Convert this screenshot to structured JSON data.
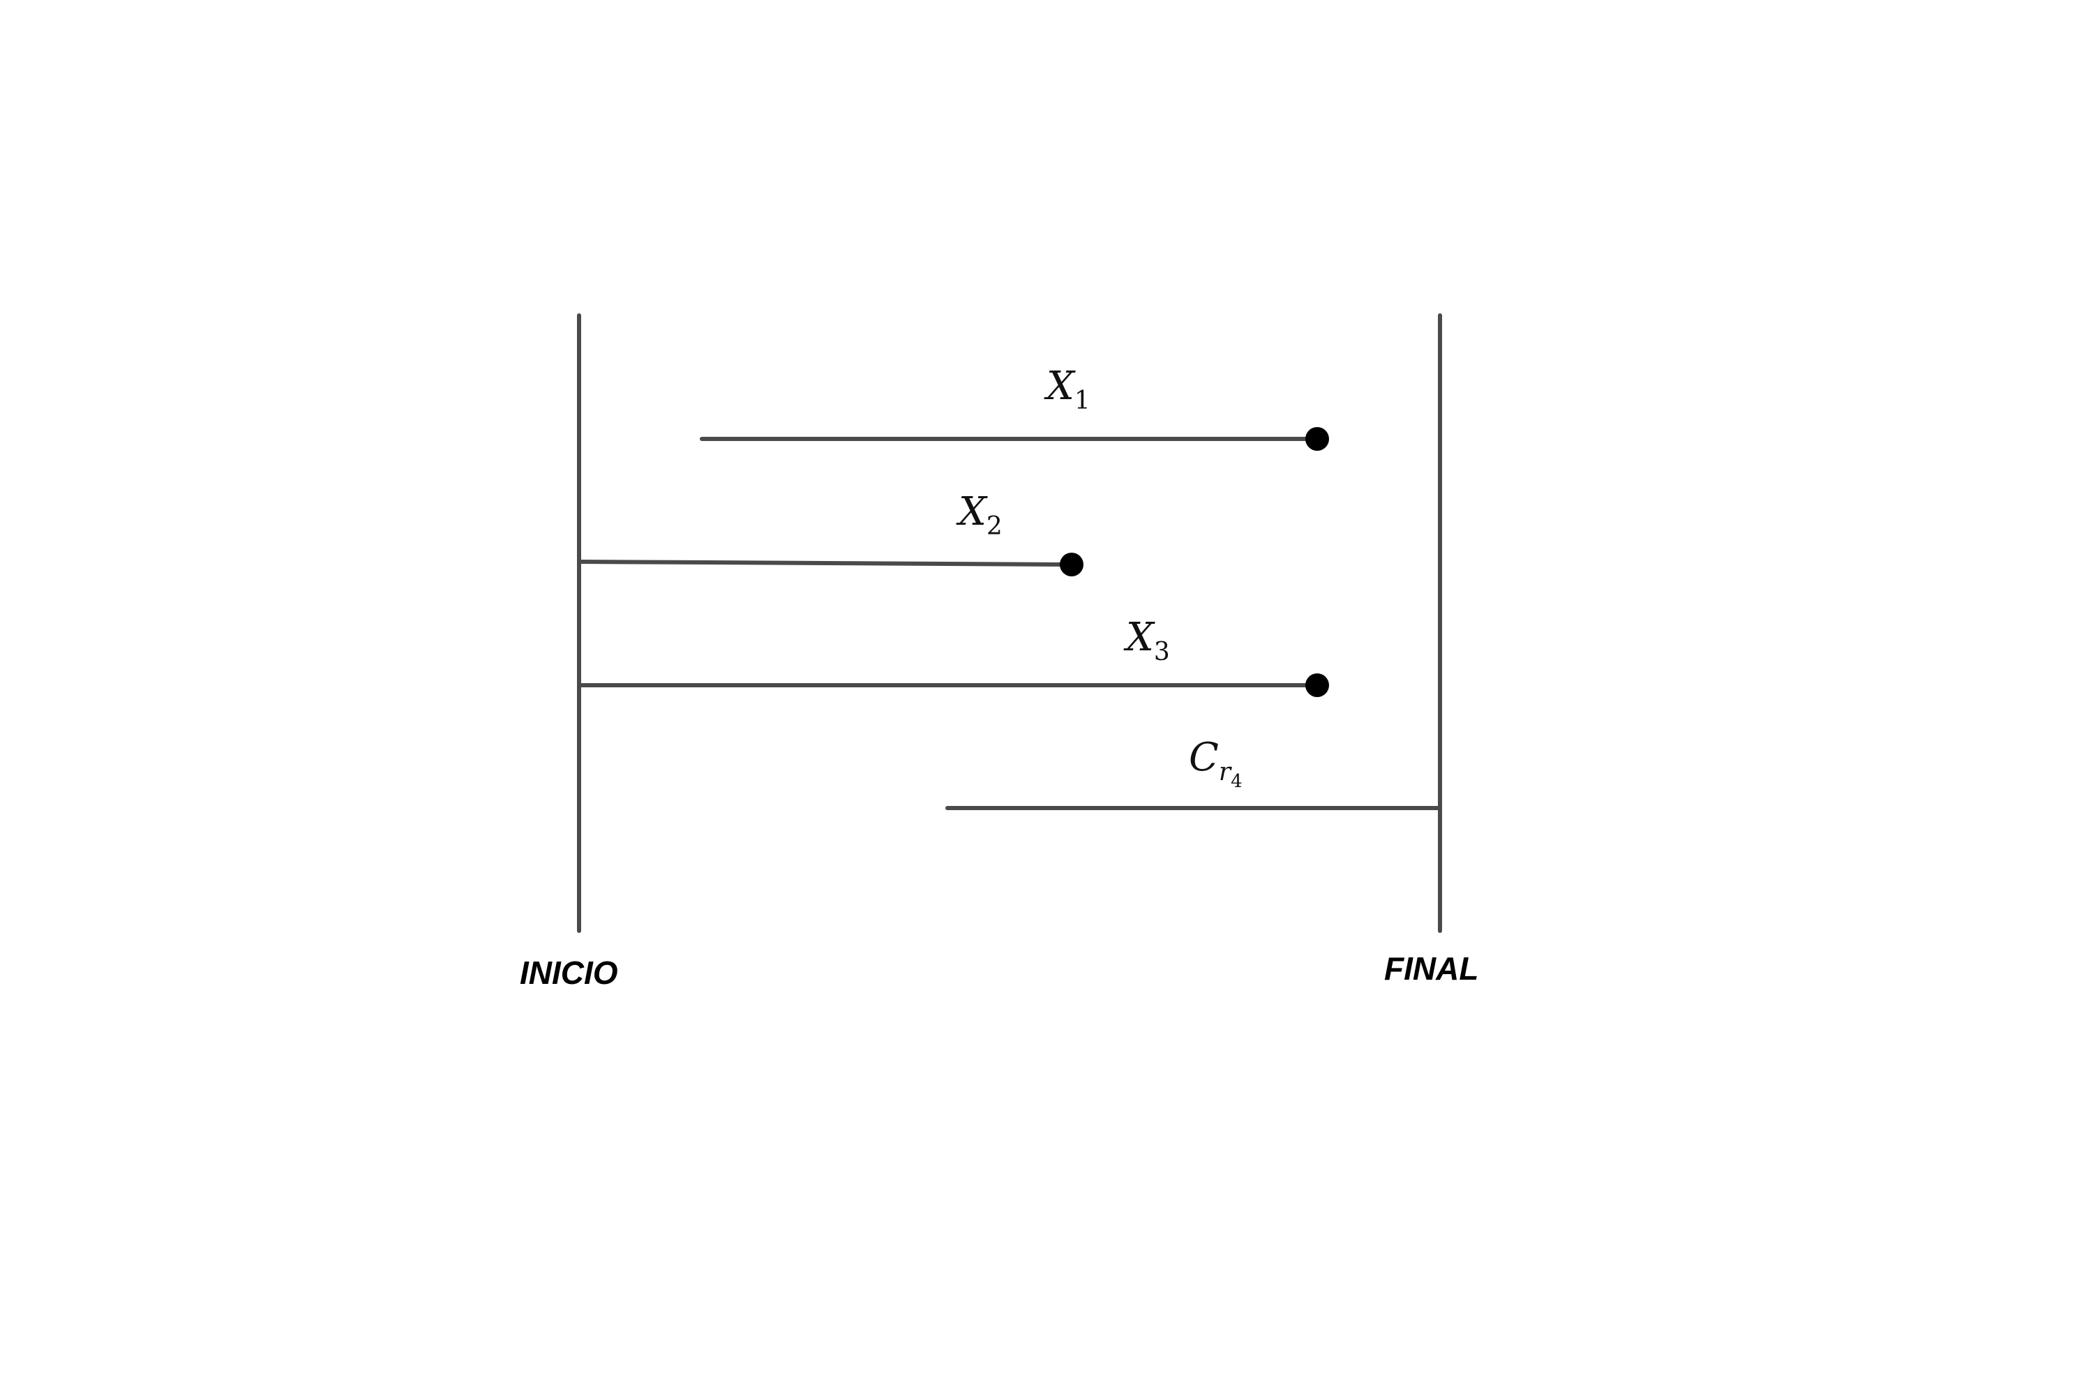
{
  "boundaries": {
    "start_label": "INICIO",
    "end_label": "FINAL"
  },
  "bars": [
    {
      "label_base": "X",
      "label_sub": "1",
      "has_end_dot": true
    },
    {
      "label_base": "X",
      "label_sub": "2",
      "has_end_dot": true
    },
    {
      "label_base": "X",
      "label_sub": "3",
      "has_end_dot": true
    },
    {
      "label_base": "C",
      "label_sub": "r",
      "label_subsub": "4",
      "has_end_dot": false
    }
  ],
  "colors": {
    "line": "#4a4a4a",
    "dot": "#000000",
    "text": "#000000"
  }
}
